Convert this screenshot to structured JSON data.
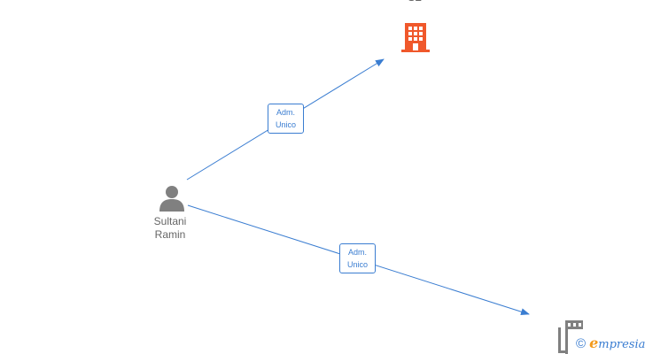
{
  "nodes": {
    "person": {
      "name_line1": "Sultani",
      "name_line2": "Ramin"
    },
    "company_top": {
      "name_line1": "SL"
    },
    "company_bottom": {}
  },
  "edges": [
    {
      "role_line1": "Adm.",
      "role_line2": "Unico"
    },
    {
      "role_line1": "Adm.",
      "role_line2": "Unico"
    }
  ],
  "branding": {
    "copyright_symbol": "©",
    "logo_letter": "e",
    "logo_rest": "mpresia"
  },
  "colors": {
    "edge": "#3a7dd1",
    "person_icon": "#808080",
    "company_icon_active": "#f0582b",
    "company_icon_inactive": "#808080",
    "text": "#666666"
  }
}
